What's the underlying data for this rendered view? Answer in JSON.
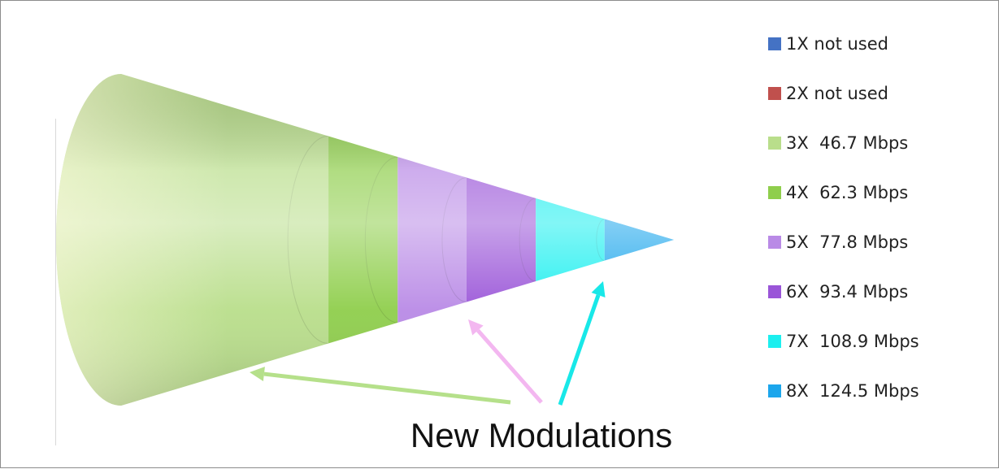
{
  "chart_data": {
    "type": "cone",
    "categories": [
      "1X",
      "2X",
      "3X",
      "4X",
      "5X",
      "6X",
      "7X",
      "8X"
    ],
    "series": [
      {
        "name": "1X not used",
        "label": "1X not used",
        "color": "#4472c4",
        "value": null
      },
      {
        "name": "2X not used",
        "label": "2X not used",
        "color": "#c0504d",
        "value": null
      },
      {
        "name": "3X",
        "label": "3X  46.7 Mbps",
        "color": "#b9de8b",
        "value": 46.7,
        "unit": "Mbps"
      },
      {
        "name": "4X",
        "label": "4X  62.3 Mbps",
        "color": "#8fce4c",
        "value": 62.3,
        "unit": "Mbps"
      },
      {
        "name": "5X",
        "label": "5X  77.8 Mbps",
        "color": "#b98ae6",
        "value": 77.8,
        "unit": "Mbps"
      },
      {
        "name": "6X",
        "label": "6X  93.4 Mbps",
        "color": "#9a55d8",
        "value": 93.4,
        "unit": "Mbps"
      },
      {
        "name": "7X",
        "label": "7X  108.9 Mbps",
        "color": "#1cefef",
        "value": 108.9,
        "unit": "Mbps"
      },
      {
        "name": "8X",
        "label": "8X  124.5 Mbps",
        "color": "#1ca6ec",
        "value": 124.5,
        "unit": "Mbps"
      }
    ],
    "legend_position": "right",
    "annotation": {
      "text": "New Modulations",
      "arrows": [
        {
          "target": "3X",
          "color": "#b5e08a"
        },
        {
          "target": "5X",
          "color": "#f3b7f0"
        },
        {
          "target": "7X",
          "color": "#18e8e8"
        }
      ]
    }
  }
}
